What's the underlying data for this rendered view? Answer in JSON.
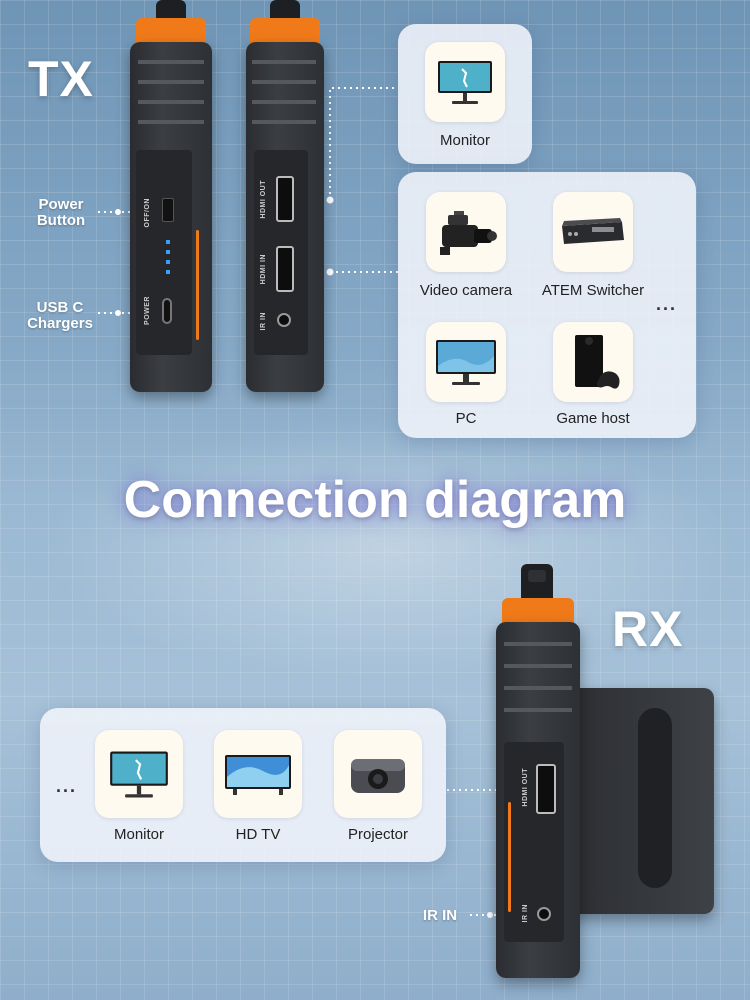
{
  "tx_label": "TX",
  "rx_label": "RX",
  "title": "Connection diagram",
  "tx_side_labels": {
    "power_button": "Power\nButton",
    "usb_c": "USB C\nChargers"
  },
  "tx_device_markings": {
    "on_off": "OFF/ON",
    "power": "POWER",
    "hdmi_out": "HDMI OUT",
    "hdmi_in": "HDMI IN",
    "ir_in": "IR IN"
  },
  "tx_outputs": [
    {
      "label": "Monitor",
      "icon": "monitor-icon"
    }
  ],
  "tx_sources": [
    {
      "label": "Video camera",
      "icon": "video-camera-icon"
    },
    {
      "label": "ATEM Switcher",
      "icon": "atem-switcher-icon"
    },
    {
      "label": "PC",
      "icon": "pc-monitor-icon"
    },
    {
      "label": "Game host",
      "icon": "game-console-icon"
    }
  ],
  "more_dots": "...",
  "rx_displays": [
    {
      "label": "Monitor",
      "icon": "monitor-icon"
    },
    {
      "label": "HD TV",
      "icon": "tv-icon"
    },
    {
      "label": "Projector",
      "icon": "projector-icon"
    }
  ],
  "rx_side_labels": {
    "ir_in": "IR IN"
  },
  "rx_device_markings": {
    "hdmi_out": "HDMI OUT",
    "ir_in": "IR IN"
  },
  "colors": {
    "accent_orange": "#f07a1a",
    "device_body": "#2f3236",
    "panel": "#f0f4fa"
  }
}
